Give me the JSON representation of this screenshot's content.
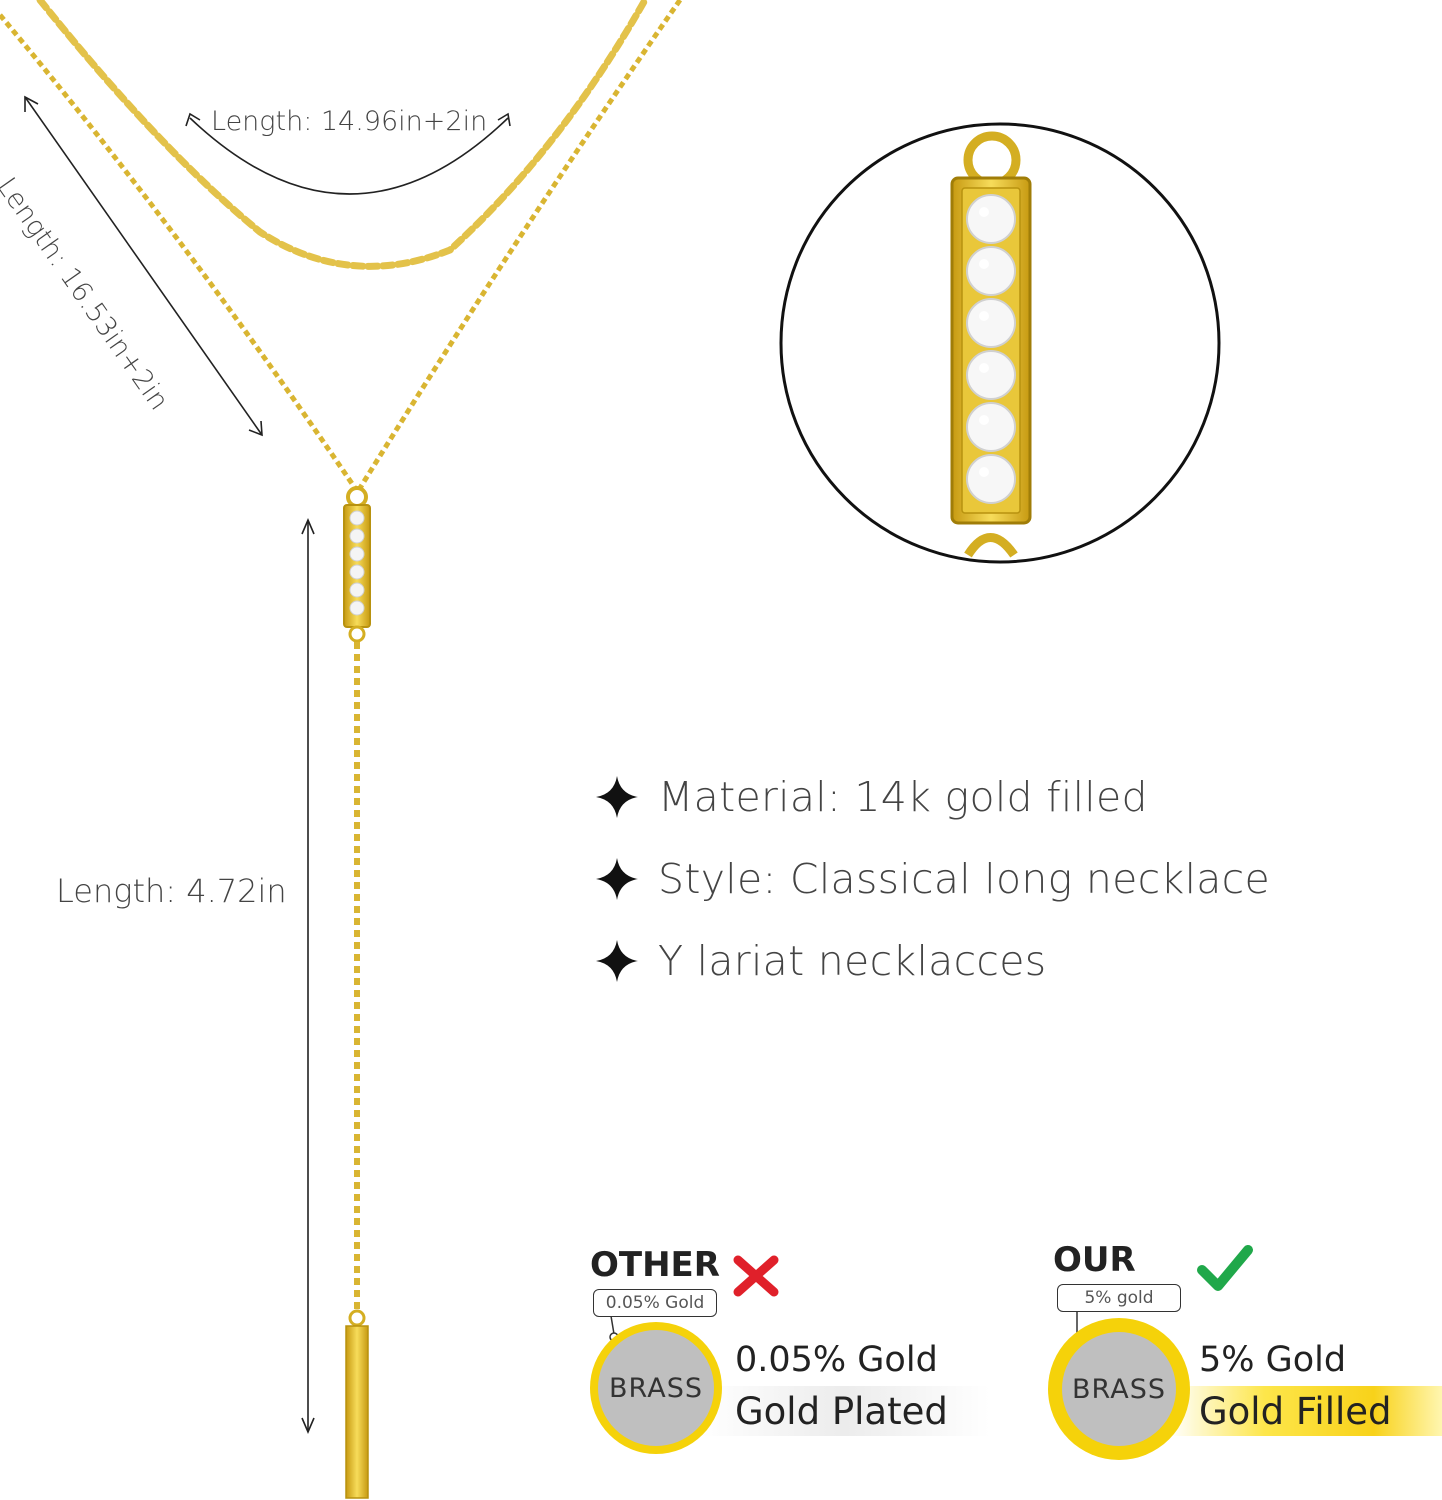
{
  "dimensions": {
    "choker_length": "Length: 14.96in+2in",
    "necklace_length": "Length: 16.53in+2in",
    "drop_length": "Length: 4.72in"
  },
  "features": [
    {
      "icon": "sparkle-star-icon",
      "text": "Material: 14k gold filled"
    },
    {
      "icon": "sparkle-star-icon",
      "text": "Style: Classical long necklace"
    },
    {
      "icon": "sparkle-star-icon",
      "text": "Y lariat necklacces"
    }
  ],
  "comparison": {
    "other": {
      "title": "OTHER",
      "mark_icon": "cross-icon",
      "tag": "0.05% Gold",
      "core": "BRASS",
      "line1": "0.05% Gold",
      "line2": "Gold Plated"
    },
    "our": {
      "title": "OUR",
      "mark_icon": "check-icon",
      "tag": "5% gold",
      "core": "BRASS",
      "line1": "5% Gold",
      "line2": "Gold Filled"
    }
  },
  "colors": {
    "gold": "#e8c32a",
    "gold_dark": "#b8920f",
    "coin_ring": "#f5d20a",
    "brass_core": "#bfbfbf",
    "cross": "#e0202a",
    "check": "#20a84a"
  }
}
